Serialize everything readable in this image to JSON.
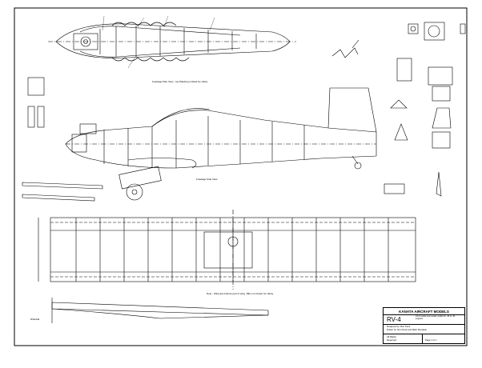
{
  "labels": {
    "fuselage_top": "Fuselage Plan View - top Planking omitted for clarity",
    "fuselage_side": "Fuselage Side View",
    "wing_note": "Note - Wing tips built as part of wing. Ribs not shown for clarity",
    "dihedral": "Dihedral"
  },
  "title_block": {
    "company": "KANATA AIRCRAFT MODELS",
    "model": "RV-4",
    "description": "1/6 th scale semi-scale model for .40 to .61 engines",
    "designed_by": "Designed by: Ron Peck",
    "drawn_by": "Drawn by: Ron Peck and Mark Rondeau",
    "rights": "All Rights",
    "reserved": "Reserved",
    "page": "Page 1 of 1"
  }
}
